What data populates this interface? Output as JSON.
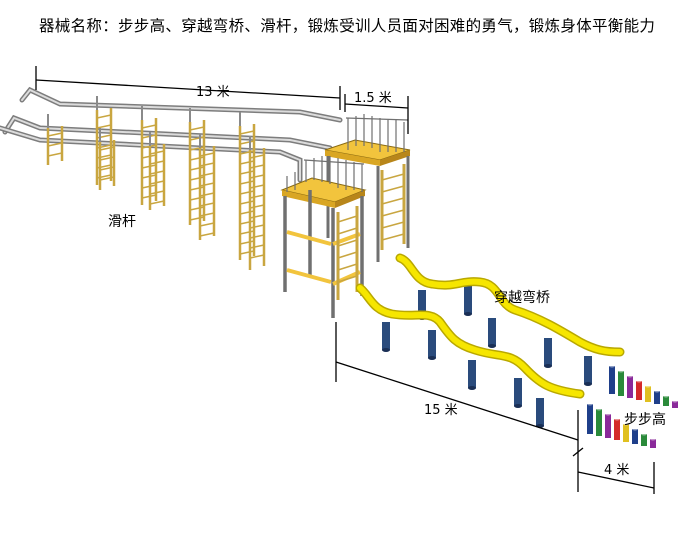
{
  "caption": "器械名称：步步高、穿越弯桥、滑杆，锻炼受训人员面对困难的勇气，锻炼身体平衡能力",
  "labels": {
    "slide_poles": "滑杆",
    "curved_bridge": "穿越弯桥",
    "stepping_stones": "步步高"
  },
  "dimensions": {
    "length_13": "13 米",
    "width_1_5": "1.5 米",
    "length_15": "15 米",
    "width_4": "4 米"
  },
  "colors": {
    "frame": "#8a8a8a",
    "platform": "#f2c43d",
    "ladder": "#c9a640",
    "bridge": "#f6e600",
    "post": "#2a4b7c",
    "stone_colors": [
      "#1f3f8a",
      "#2a8a3a",
      "#8a2a9a",
      "#d42a2a",
      "#e0c020"
    ]
  }
}
